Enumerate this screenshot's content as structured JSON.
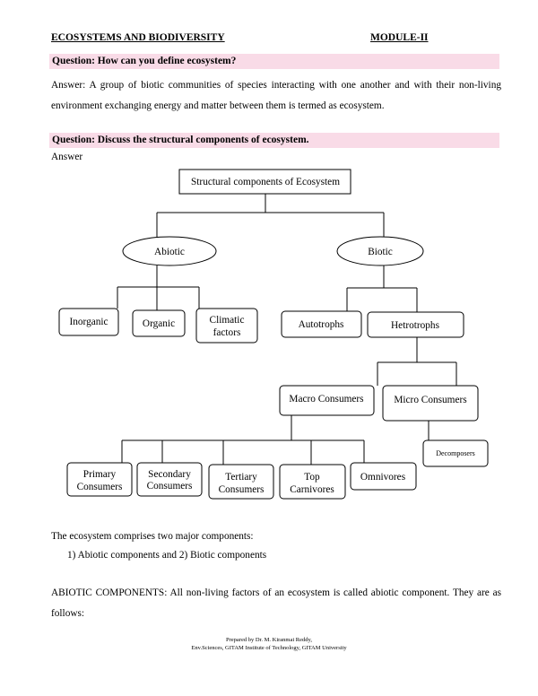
{
  "header": {
    "left": "ECOSYSTEMS AND BIODIVERSITY",
    "right": "MODULE-II"
  },
  "q1": {
    "question": "Question: How can you define ecosystem?",
    "answer": "Answer: A group of biotic communities of species interacting with one another and with their non-living environment exchanging energy and matter between them is termed as ecosystem."
  },
  "q2": {
    "question": "Question: Discuss the structural components of ecosystem.",
    "answer_label": "Answer"
  },
  "diagram": {
    "root": "Structural components of Ecosystem",
    "abiotic": "Abiotic",
    "biotic": "Biotic",
    "inorganic": "Inorganic",
    "organic": "Organic",
    "climatic_1": "Climatic",
    "climatic_2": "factors",
    "autotrophs": "Autotrophs",
    "hetrotrophs": "Hetrotrophs",
    "macro": "Macro Consumers",
    "micro": "Micro Consumers",
    "decomposers": "Decomposers",
    "primary_1": "Primary",
    "primary_2": "Consumers",
    "secondary_1": "Secondary",
    "secondary_2": "Consumers",
    "tertiary_1": "Tertiary",
    "tertiary_2": "Consumers",
    "top_1": "Top",
    "top_2": "Carnivores",
    "omnivores": "Omnivores"
  },
  "body": {
    "intro": "The ecosystem comprises two major components:",
    "list_item": "1)   Abiotic components and 2) Biotic components",
    "abiotic_para": "ABIOTIC COMPONENTS: All non-living factors of an ecosystem is called abiotic component. They are as follows:"
  },
  "footer": {
    "line1": "Prepared by Dr. M. Kiranmai Reddy,",
    "line2": "Env.Sciences, GITAM Institute of Technology, GITAM University"
  }
}
